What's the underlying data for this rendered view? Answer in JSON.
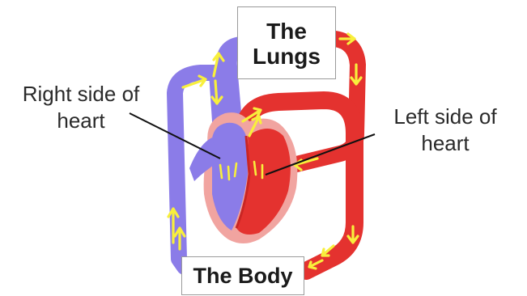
{
  "labels": {
    "lungs": "The Lungs",
    "body": "The Body",
    "right_side": "Right side of heart",
    "left_side": "Left side of heart"
  },
  "colors": {
    "deoxygenated": "#8b7ce8",
    "deoxygenated_dark": "#7a6ae0",
    "oxygenated": "#e4322f",
    "oxygenated_dark": "#c92624",
    "heart_wall": "#f1a4a0",
    "arrow": "#f8ef3c",
    "box_border": "#9a9a9a",
    "pointer_line": "#111111"
  }
}
